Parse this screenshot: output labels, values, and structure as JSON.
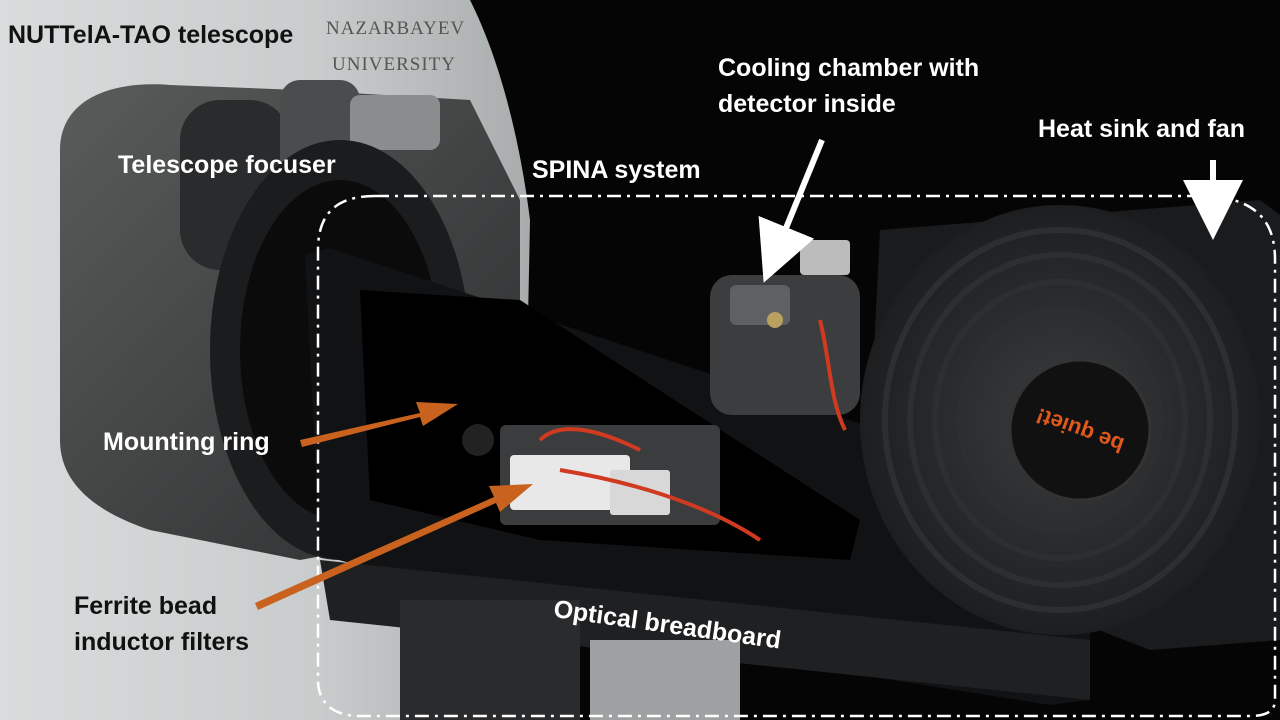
{
  "labels": {
    "title": "NUTTelA-TAO telescope",
    "focuser": "Telescope focuser",
    "spina": "SPINA system",
    "cooling_line1": "Cooling chamber with",
    "cooling_line2": "detector inside",
    "heatsink": "Heat sink and fan",
    "mounting": "Mounting ring",
    "ferrite_line1": "Ferrite bead",
    "ferrite_line2": "inductor filters",
    "breadboard": "Optical breadboard"
  },
  "logos": {
    "university_line1": "NAZARBAYEV",
    "university_line2": "UNIVERSITY",
    "fan_brand": "be quiet!"
  },
  "colors": {
    "dark_text": "#111111",
    "light_text": "#ffffff",
    "orange_arrow": "#c8621e",
    "white_arrow": "#ffffff",
    "background": "#000000"
  }
}
